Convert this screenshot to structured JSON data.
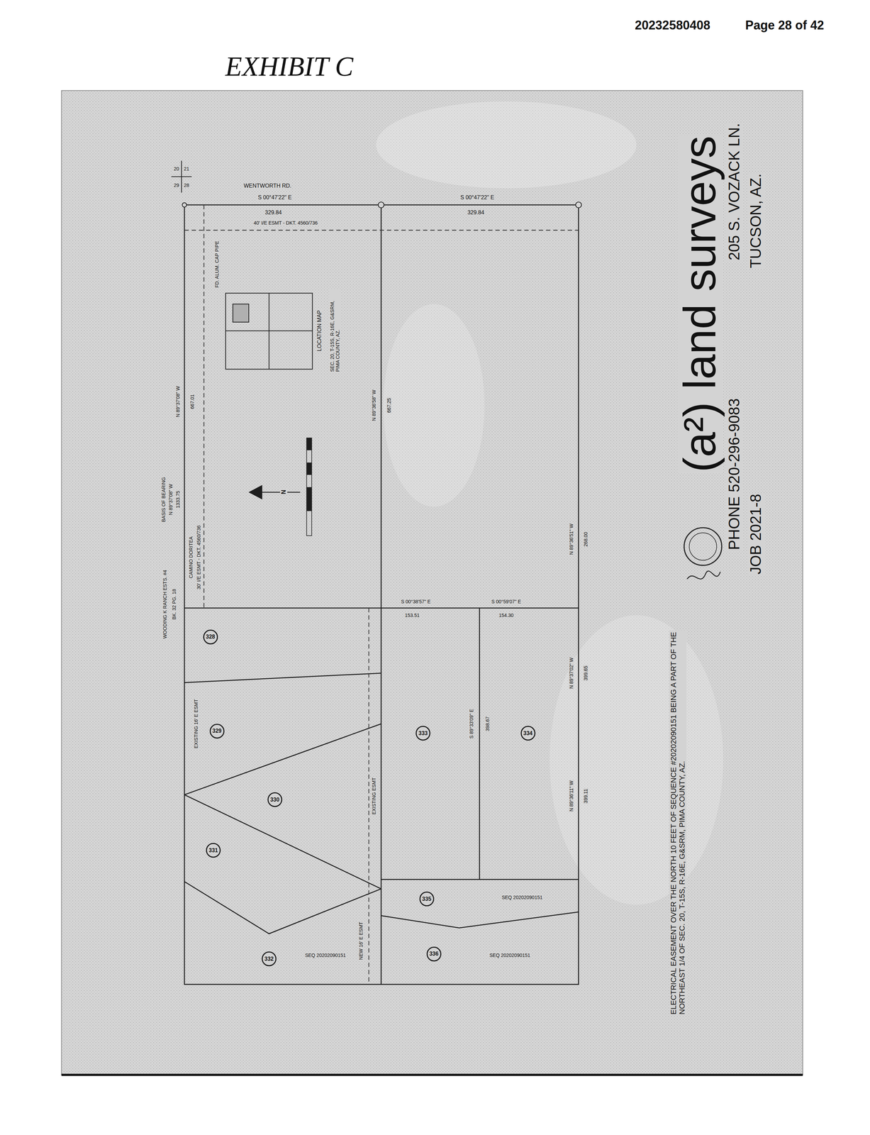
{
  "diagram": {
    "nodes": [
      {
        "text": [
          "328"
        ]
      },
      {
        "text": [
          "329"
        ]
      },
      {
        "text": [
          "330"
        ]
      },
      {
        "text": [
          "331"
        ]
      },
      {
        "text": [
          "332"
        ]
      },
      {
        "text": [
          "333"
        ]
      },
      {
        "text": [
          "334"
        ]
      },
      {
        "text": [
          "335"
        ]
      },
      {
        "text": [
          "336"
        ]
      }
    ],
    "labels": [
      "20232580408",
      "Page 28 of 42",
      "EXHIBIT C",
      "20",
      "21",
      "29",
      "28",
      "WENTWORTH RD.",
      "S 00°47'22\" E",
      "329.84",
      "S 00°47'22\" E",
      "329.84",
      "40' I/E ESMT - DKT. 4560/736",
      "FD. ALUM. CAP PIPE",
      "LOCATION MAP",
      "SEC. 20, T-15S, R-16E, G&SRM, PIMA COUNTY, AZ.",
      "BASIS OF BEARING",
      "N 89°37'08\" W",
      "1333.75",
      "N 89°37'08\" W",
      "667.01",
      "CAMINO DORITEA",
      "30' I/E ESMT - DKT. 4560/736",
      "WOODING K RANCH ESTS. #4",
      "BK. 32 PG. 18",
      "N 89°36'58\" W",
      "667.25",
      "N 89°37'02\" W",
      "399.65",
      "N 89°36'51\" W",
      "268.00",
      "N 89°36'11\" W",
      "399.11",
      "S 00°38'57\" E",
      "153.51",
      "S 00°59'07\" E",
      "154.30",
      "S 89°33'09\" E",
      "398.67",
      "EXISTING 16' E ESMT",
      "EXISTING ESMT",
      "NEW 16' E ESMT",
      "SEQ 20202090151",
      "SEQ 20202090151",
      "SEQ 20202090151",
      "(a²) land surveys",
      "PHONE 520-296-9083",
      "JOB 2021-8",
      "205 S. VOZACK LN.",
      "TUCSON, AZ.",
      "ELECTRICAL EASEMENT OVER THE NORTH 10 FEET OF SEQUENCE #20202090151 BEING A PART OF THE NORTHEAST 1/4 OF SEC. 20, T-15S, R-16E, G&SRM, PIMA COUNTY, AZ.",
      "N"
    ]
  }
}
